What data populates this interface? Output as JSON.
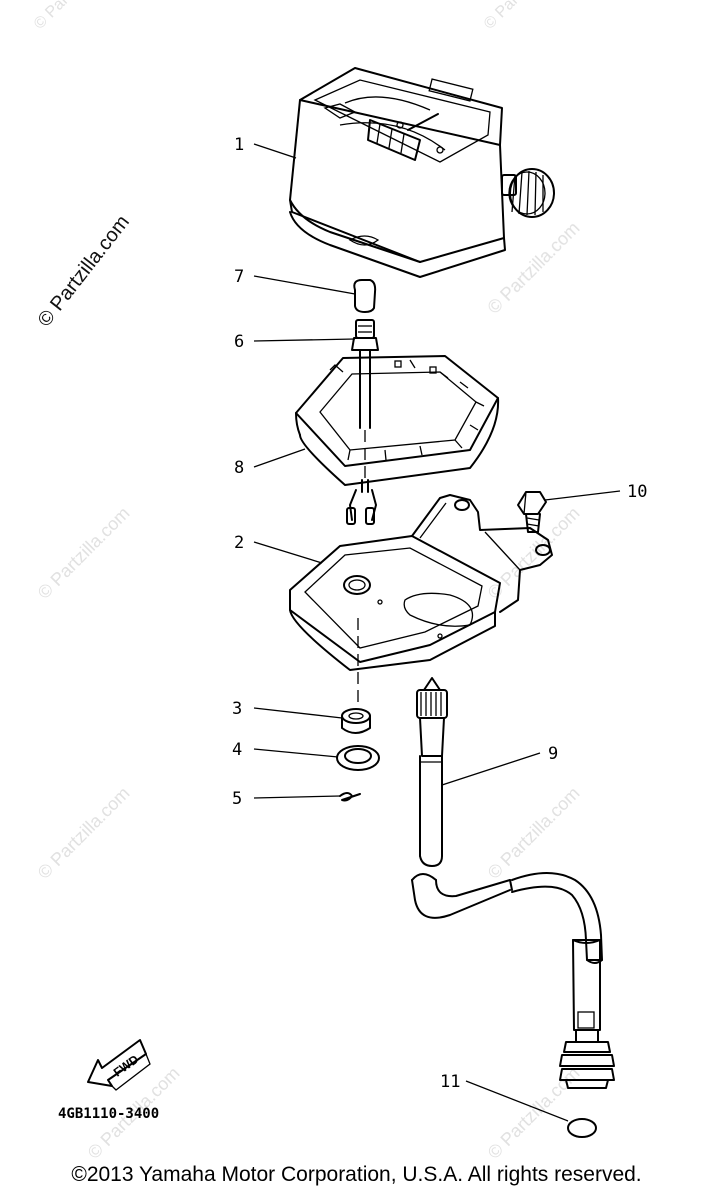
{
  "watermark": {
    "text": "© Partzilla.com"
  },
  "labels": [
    "1",
    "2",
    "3",
    "4",
    "5",
    "6",
    "7",
    "8",
    "9",
    "10",
    "11"
  ],
  "fwd_label": "FWD",
  "part_code": "4GB1110-3400",
  "footer": "©2013  Yamaha Motor Corporation, U.S.A. All rights reserved."
}
